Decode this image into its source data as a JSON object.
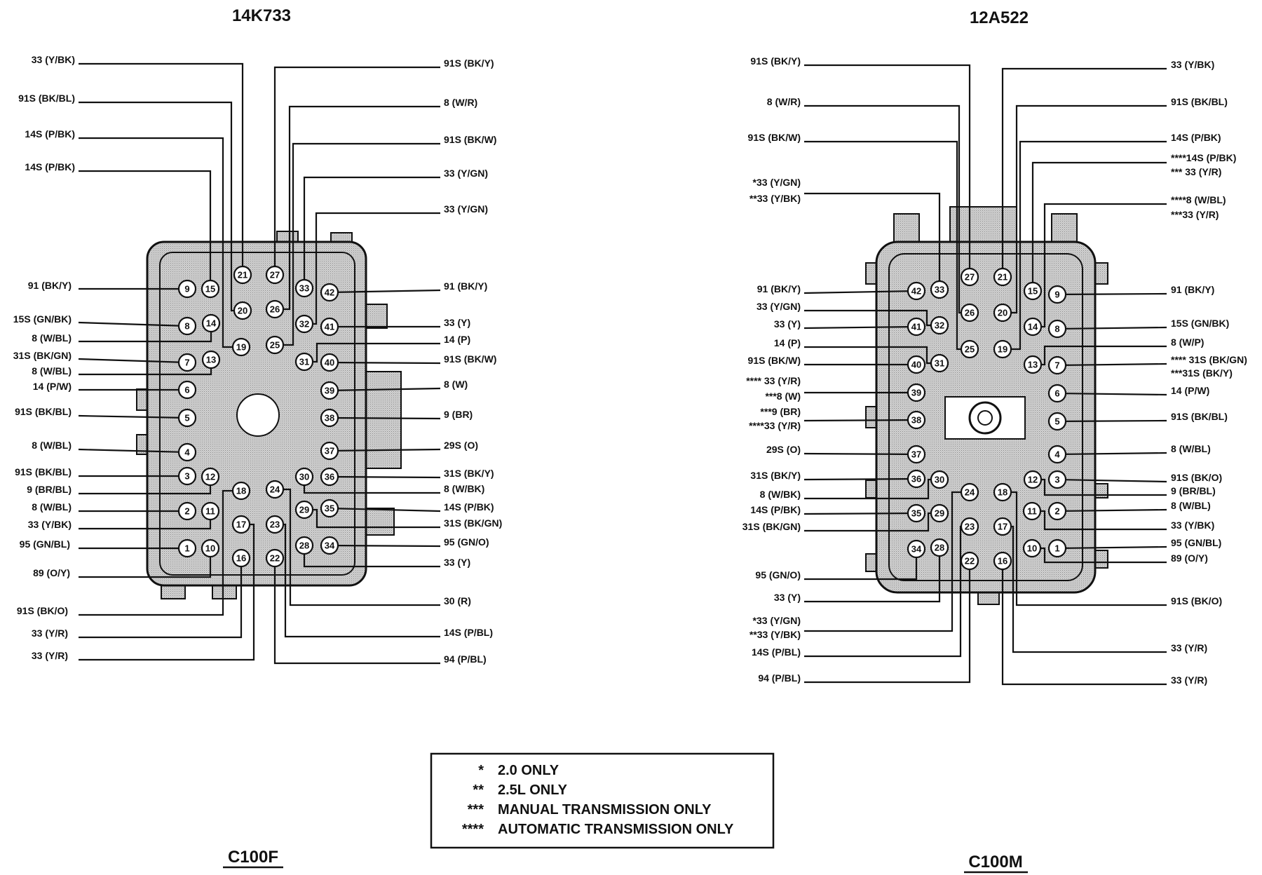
{
  "left": {
    "part_number": "14K733",
    "connector_name": "C100F",
    "pins": [
      "1",
      "2",
      "3",
      "4",
      "5",
      "6",
      "7",
      "8",
      "9",
      "10",
      "11",
      "12",
      "13",
      "14",
      "15",
      "16",
      "17",
      "18",
      "19",
      "20",
      "21",
      "22",
      "23",
      "24",
      "25",
      "26",
      "27",
      "28",
      "29",
      "30",
      "31",
      "32",
      "33",
      "34",
      "35",
      "36",
      "37",
      "38",
      "39",
      "40",
      "41",
      "42"
    ],
    "left_labels": [
      "33 (Y/BK)",
      "91S (BK/BL)",
      "14S (P/BK)",
      "14S (P/BK)",
      "91 (BK/Y)",
      "15S (GN/BK)",
      "8 (W/BL)",
      "31S (BK/GN)",
      "8 (W/BL)",
      "14 (P/W)",
      "91S (BK/BL)",
      "8 (W/BL)",
      "91S (BK/BL)",
      "9 (BR/BL)",
      "8 (W/BL)",
      "33 (Y/BK)",
      "95 (GN/BL)",
      "89 (O/Y)",
      "91S (BK/O)",
      "33 (Y/R)",
      "33 (Y/R)"
    ],
    "right_labels": [
      "91S (BK/Y)",
      "8 (W/R)",
      "91S (BK/W)",
      "33 (Y/GN)",
      "33 (Y/GN)",
      "91 (BK/Y)",
      "33 (Y)",
      "14 (P)",
      "91S (BK/W)",
      "8 (W)",
      "9 (BR)",
      "29S (O)",
      "31S (BK/Y)",
      "8 (W/BK)",
      "14S (P/BK)",
      "31S (BK/GN)",
      "95 (GN/O)",
      "33 (Y)",
      "30 (R)",
      "14S (P/BL)",
      "94 (P/BL)"
    ]
  },
  "right": {
    "part_number": "12A522",
    "connector_name": "C100M",
    "pins": [
      "1",
      "2",
      "3",
      "4",
      "5",
      "6",
      "7",
      "8",
      "9",
      "10",
      "11",
      "12",
      "13",
      "14",
      "15",
      "16",
      "17",
      "18",
      "19",
      "20",
      "21",
      "22",
      "23",
      "24",
      "25",
      "26",
      "27",
      "28",
      "29",
      "30",
      "31",
      "32",
      "33",
      "34",
      "35",
      "36",
      "37",
      "38",
      "39",
      "40",
      "41",
      "42"
    ],
    "left_labels": [
      "91S (BK/Y)",
      "8 (W/R)",
      "91S (BK/W)",
      "*33 (Y/GN)",
      "**33 (Y/BK)",
      "91 (BK/Y)",
      "33 (Y/GN)",
      "33 (Y)",
      "14 (P)",
      "91S (BK/W)",
      "**** 33 (Y/R)",
      "***8 (W)",
      "***9 (BR)",
      "****33 (Y/R)",
      "29S (O)",
      "31S (BK/Y)",
      "8 (W/BK)",
      "14S (P/BK)",
      "31S (BK/GN)",
      "95 (GN/O)",
      "33 (Y)",
      "*33 (Y/GN)",
      "**33 (Y/BK)",
      "14S (P/BL)",
      "94 (P/BL)"
    ],
    "right_labels": [
      "33 (Y/BK)",
      "91S (BK/BL)",
      "14S (P/BK)",
      "****14S (P/BK)",
      "*** 33 (Y/R)",
      "****8 (W/BL)",
      "***33 (Y/R)",
      "91 (BK/Y)",
      "15S (GN/BK)",
      "8 (W/P)",
      "**** 31S (BK/GN)",
      "***31S (BK/Y)",
      "14 (P/W)",
      "91S (BK/BL)",
      "8 (W/BL)",
      "91S (BK/O)",
      "9 (BR/BL)",
      "8 (W/BL)",
      "33 (Y/BK)",
      "95 (GN/BL)",
      "89 (O/Y)",
      "91S (BK/O)",
      "33 (Y/R)",
      "33 (Y/R)"
    ]
  },
  "legend": {
    "rows": [
      {
        "mark": "*",
        "text": "2.0 ONLY"
      },
      {
        "mark": "**",
        "text": "2.5L ONLY"
      },
      {
        "mark": "***",
        "text": "MANUAL TRANSMISSION ONLY"
      },
      {
        "mark": "****",
        "text": "AUTOMATIC TRANSMISSION ONLY"
      }
    ]
  },
  "colors": {
    "ink": "#111111",
    "body_fill": "#c4c4c4",
    "background": "#ffffff"
  }
}
